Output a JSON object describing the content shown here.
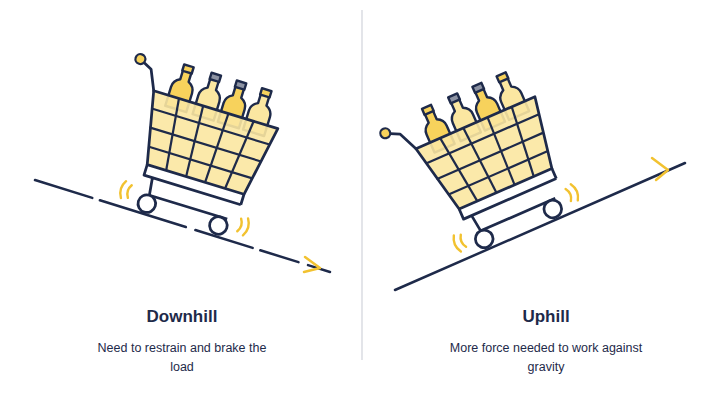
{
  "diagram": {
    "labels": [
      "Downhill",
      "Need to restrain and brake the load",
      "Uphill",
      "More force needed to work against gravity"
    ]
  }
}
